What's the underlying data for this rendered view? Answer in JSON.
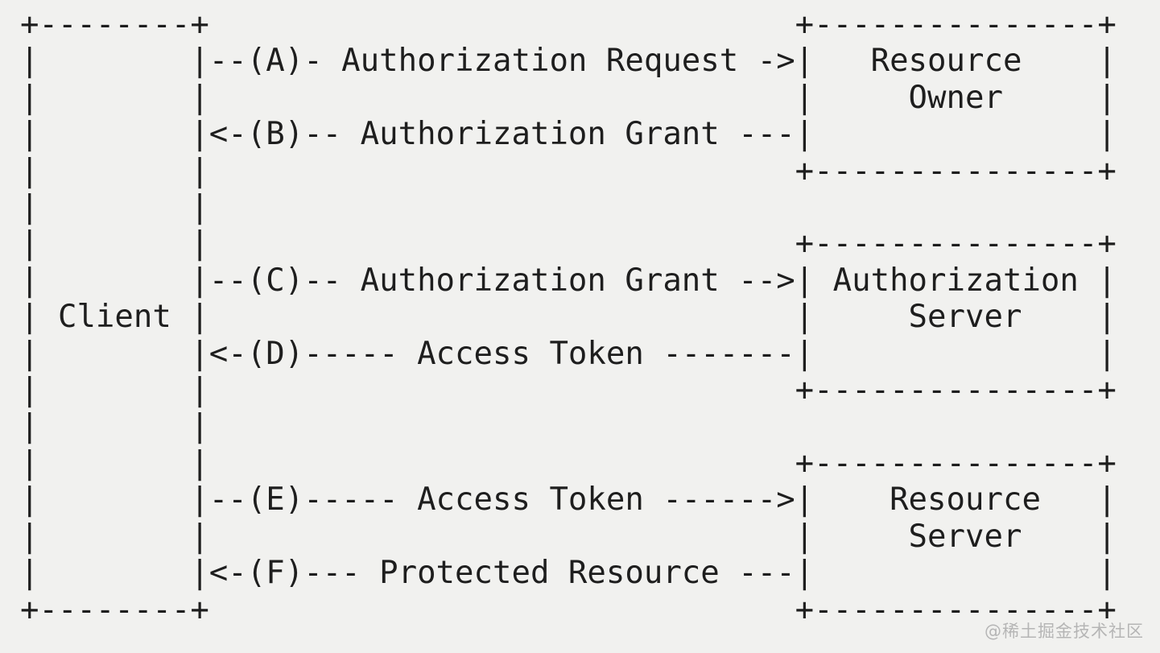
{
  "page": {
    "background_color": "#f1f1ef",
    "text_color": "#1e1e1e",
    "watermark_color": "#b5b5b5"
  },
  "diagram": {
    "kind": "ascii-art-flow-diagram",
    "lines": [
      "+--------+                               +---------------+",
      "|        |--(A)- Authorization Request ->|   Resource    |",
      "|        |                               |     Owner     |",
      "|        |<-(B)-- Authorization Grant ---|               |",
      "|        |                               +---------------+",
      "|        |",
      "|        |                               +---------------+",
      "|        |--(C)-- Authorization Grant -->| Authorization |",
      "| Client |                               |     Server    |",
      "|        |<-(D)----- Access Token -------|               |",
      "|        |                               +---------------+",
      "|        |",
      "|        |                               +---------------+",
      "|        |--(E)----- Access Token ------>|    Resource   |",
      "|        |                               |     Server    |",
      "|        |<-(F)--- Protected Resource ---|               |",
      "+--------+                               +---------------+"
    ],
    "nodes": [
      {
        "label": "Client"
      },
      {
        "label": "Resource Owner"
      },
      {
        "label": "Authorization Server"
      },
      {
        "label": "Resource Server"
      }
    ],
    "flows": [
      {
        "step": "A",
        "label": "Authorization Request",
        "from": "Client",
        "to": "Resource Owner"
      },
      {
        "step": "B",
        "label": "Authorization Grant",
        "from": "Resource Owner",
        "to": "Client"
      },
      {
        "step": "C",
        "label": "Authorization Grant",
        "from": "Client",
        "to": "Authorization Server"
      },
      {
        "step": "D",
        "label": "Access Token",
        "from": "Authorization Server",
        "to": "Client"
      },
      {
        "step": "E",
        "label": "Access Token",
        "from": "Client",
        "to": "Resource Server"
      },
      {
        "step": "F",
        "label": "Protected Resource",
        "from": "Resource Server",
        "to": "Client"
      }
    ]
  },
  "watermark": {
    "text": "@稀土掘金技术社区"
  }
}
